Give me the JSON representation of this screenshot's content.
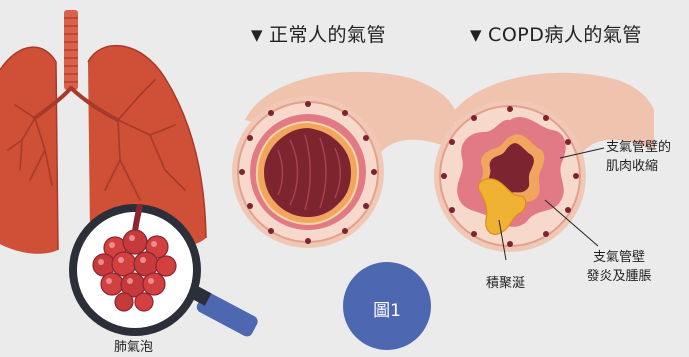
{
  "headers": {
    "normal": "正常人的氣管",
    "copd": "COPD病人的氣管",
    "marker_icon": "down-triangle-icon"
  },
  "labels": {
    "alveoli": "肺氣泡",
    "muscle_line1": "支氣管壁的",
    "muscle_line2": "肌肉收縮",
    "swelling_line1": "支氣管壁",
    "swelling_line2": "發炎及腫脹",
    "mucus": "積聚涎"
  },
  "badge": {
    "text": "圖1"
  },
  "colors": {
    "background": "#ebebeb",
    "lung": "#cf4f37",
    "lung_dark": "#a83a2a",
    "airway_pink": "#f0c3ae",
    "airway_wall": "#e27a86",
    "lumen": "#7d2431",
    "mucus": "#f0b233",
    "badge": "#4d67b1",
    "magnifier_handle": "#4d67b1"
  }
}
